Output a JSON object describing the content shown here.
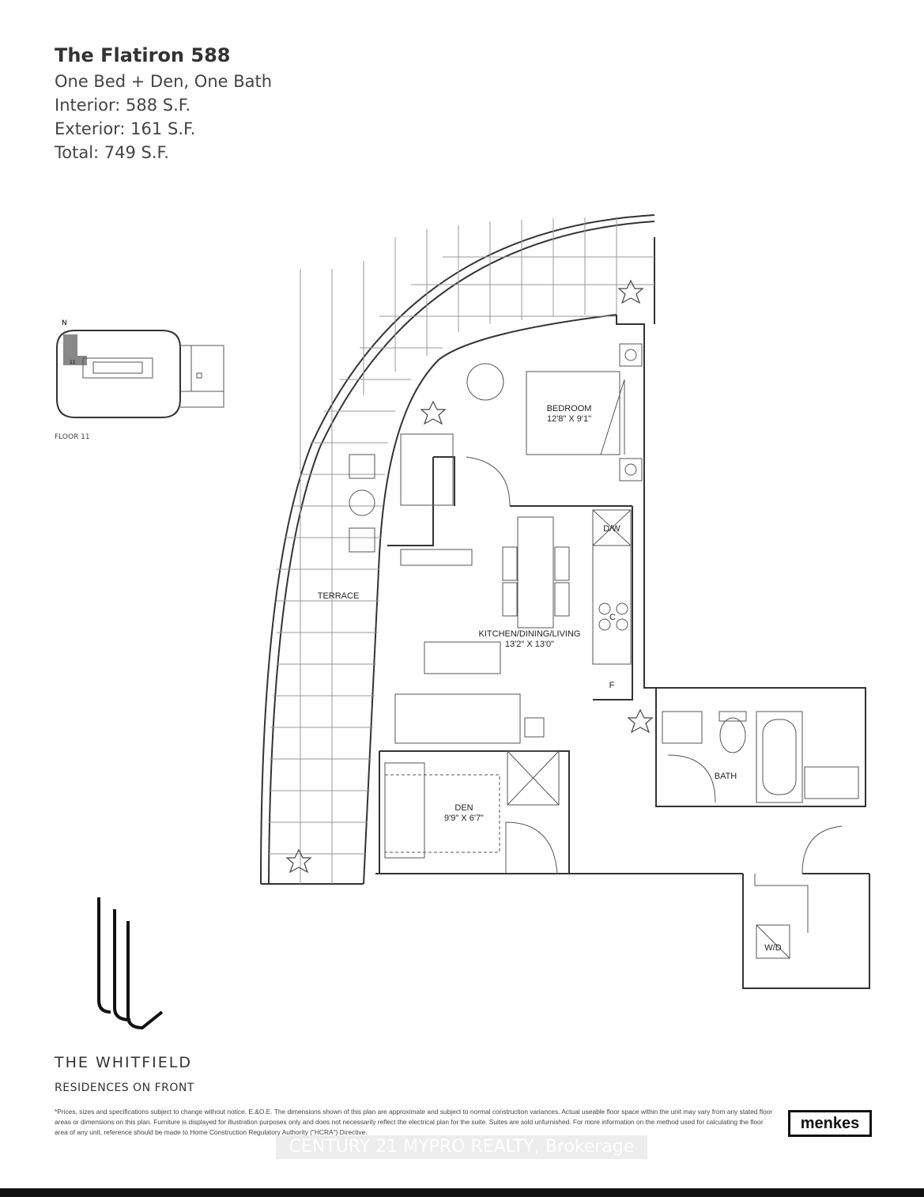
{
  "header": {
    "title": "The Flatiron 588",
    "lines": [
      "One Bed + Den, One Bath",
      "Interior: 588 S.F.",
      "Exterior: 161 S.F.",
      "Total: 749 S.F."
    ]
  },
  "keyplan": {
    "north": "N",
    "floor": "FLOOR 11",
    "unit_marker": "11"
  },
  "rooms": {
    "bedroom": {
      "name": "BEDROOM",
      "dims": "12'8\" X 9'1\""
    },
    "kitchen": {
      "name": "KITCHEN/DINING/LIVING",
      "dims": "13'2\" X 13'0\""
    },
    "den": {
      "name": "DEN",
      "dims": "9'9\" X 6'7\""
    },
    "bath": {
      "name": "BATH"
    },
    "terrace": {
      "name": "TERRACE"
    },
    "dw": "D/W",
    "fridge": "F",
    "cooktop": "C",
    "wd": "W/D"
  },
  "brand": {
    "name": "THE WHITFIELD",
    "subtitle": "RESIDENCES ON FRONT",
    "developer": "menkes"
  },
  "disclaimer": "*Prices, sizes and specifications subject to change without notice. E.&O.E. The dimensions shown of this plan are approximate and subject to normal construction variances. Actual useable floor space within the unit may vary from any stated floor areas or dimensions on this plan. Furniture is displayed for illustration purposes only and does not necessarily reflect the electrical plan for the suite. Suites are sold unfurnished. For more information on the method used for calculating the floor area of any unit, reference should be made to Home Construction Regulatory Authority (\"HCRA\") Directive.",
  "watermark": "CENTURY 21 MYPRO REALTY, Brokerage"
}
